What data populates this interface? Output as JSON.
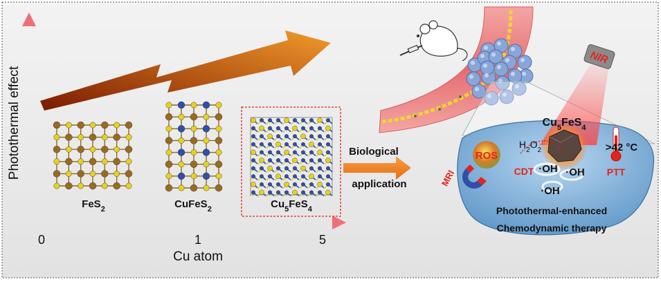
{
  "left_panel": {
    "y_axis_label": "Photothermal effect",
    "x_axis_label": "Cu atom",
    "x_ticks": [
      "0",
      "1",
      "5"
    ],
    "materials": [
      {
        "base": "FeS",
        "sub": "2",
        "rest": "",
        "rest_sub": ""
      },
      {
        "base": "CuFeS",
        "sub": "2",
        "rest": "",
        "rest_sub": ""
      },
      {
        "base": "Cu",
        "sub": "5",
        "rest": "FeS",
        "rest_sub": "4"
      }
    ]
  },
  "transition": {
    "line1": "Biological",
    "line2": "application"
  },
  "right_panel": {
    "nir_label": "NIR",
    "particle": {
      "base": "Cu",
      "sub": "5",
      "rest": "FeS",
      "rest_sub": "4"
    },
    "h2o2": {
      "base": "H",
      "sub": "2",
      "mid": "O",
      "sub2": "2"
    },
    "ros_label": "ROS",
    "cdt_label": "CDT",
    "mri_label": "MRI",
    "radicals": [
      "·OH",
      "·OH",
      "·OH"
    ],
    "temperature": ">42 °C",
    "ptt_label": "PTT",
    "caption_line1": "Photothermal-enhanced",
    "caption_line2": "Chemodynamic therapy"
  },
  "colors": {
    "axis": "#f07c84",
    "arrow_start": "#7a1a00",
    "arrow_end": "#f39a2b",
    "cu_atom": "#2f4fa8",
    "fe_atom": "#9a6a1f",
    "s_atom": "#e6d21c",
    "label_red": "#e4241c",
    "tumor": "#7fb2dc",
    "vessel": "#e67a7d"
  }
}
